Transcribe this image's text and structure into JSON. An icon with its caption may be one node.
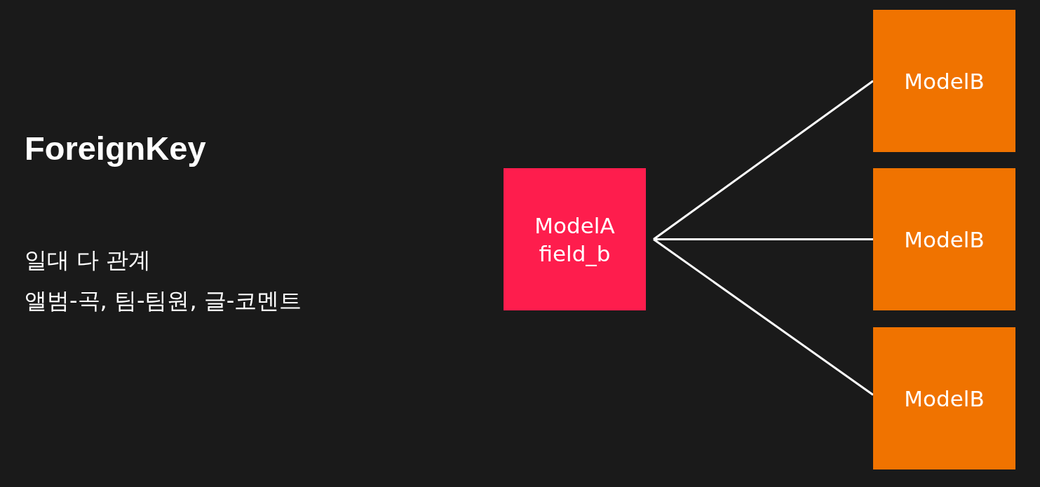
{
  "diagram": {
    "title": "ForeignKey",
    "nodes": [
      {
        "text": [
          "ModelA",
          "field_b"
        ]
      },
      {
        "text": [
          "ModelB"
        ]
      },
      {
        "text": [
          "ModelB"
        ]
      },
      {
        "text": [
          "ModelB"
        ]
      }
    ],
    "edges": [
      {
        "from": 0,
        "to": 1,
        "arrow": "none"
      },
      {
        "from": 0,
        "to": 2,
        "arrow": "none"
      },
      {
        "from": 0,
        "to": 3,
        "arrow": "none"
      }
    ],
    "labels": [
      "일대 다 관계",
      "앨범-곡, 팀-팀원, 글-코멘트"
    ]
  }
}
